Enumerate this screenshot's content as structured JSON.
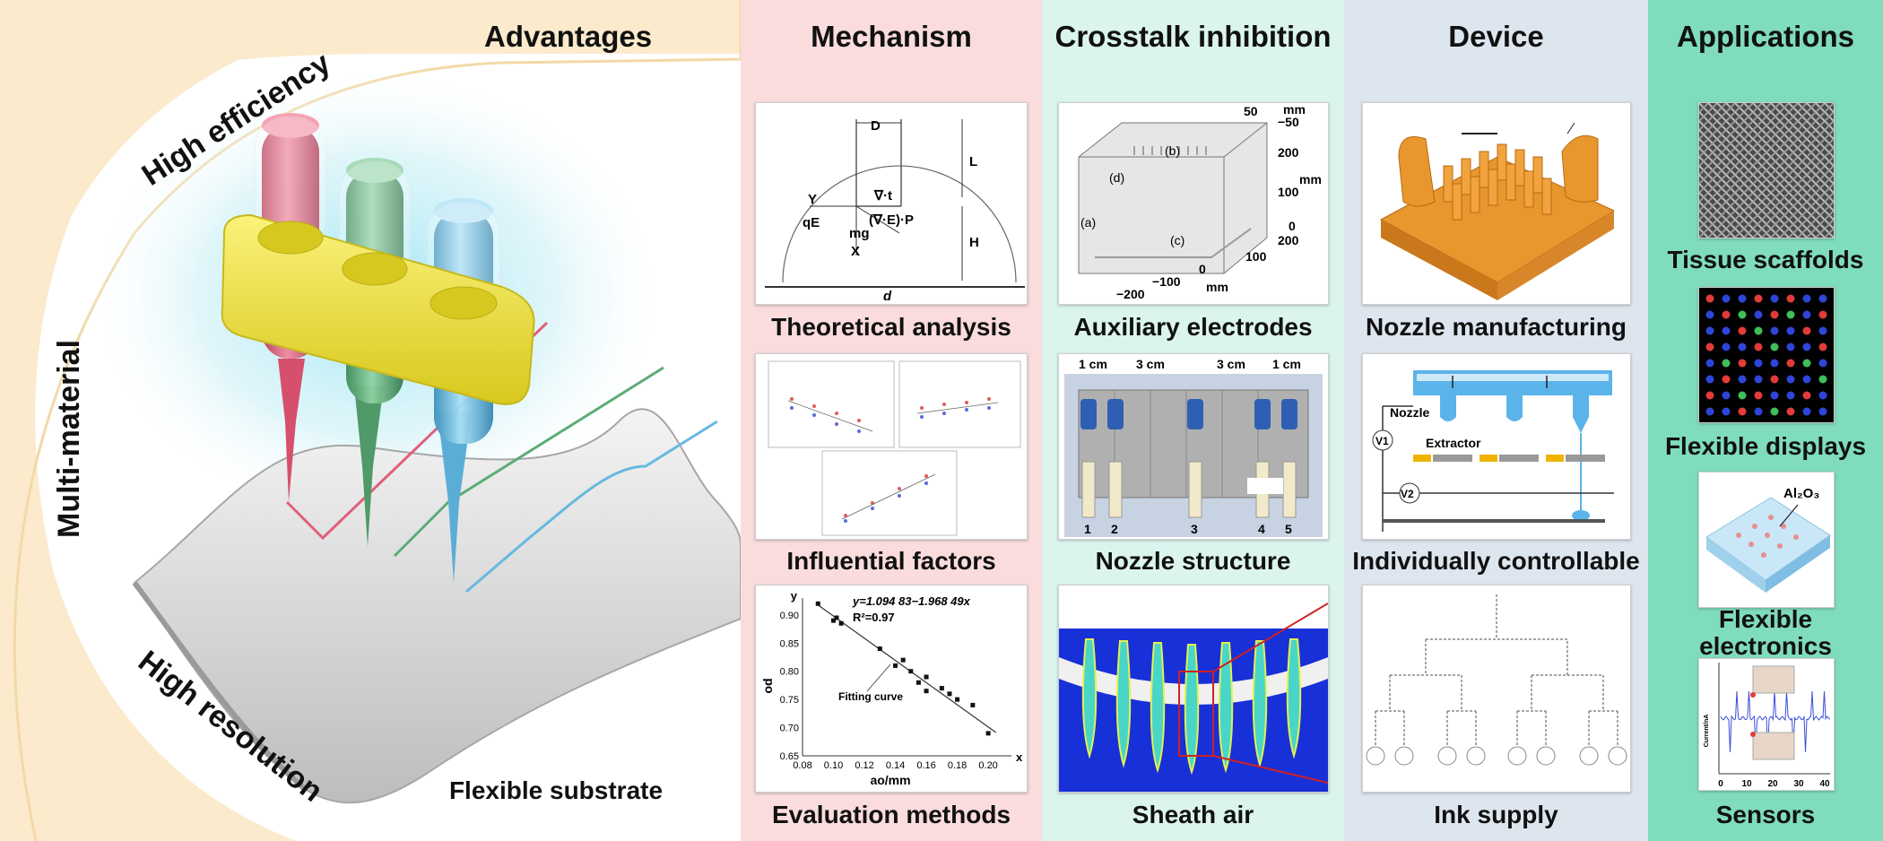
{
  "advantages": {
    "title": "Advantages",
    "labels": [
      "High efficiency",
      "Multi-material",
      "High resolution",
      "Flexible substrate"
    ]
  },
  "mechanism": {
    "title": "Mechanism",
    "captions": [
      "Theoretical analysis",
      "Influential factors",
      "Evaluation methods"
    ],
    "theory_labels": [
      "D",
      "L",
      "H",
      "Y",
      "qE",
      "mg",
      "X",
      "d",
      "(∇·E)·P",
      "∇·t"
    ],
    "eval": {
      "equation": "y=1.094 83−1.968 49x",
      "r2": "R²=0.97",
      "fit_label": "Fitting curve",
      "x_axis_label": "ao/mm",
      "y_axis_label": "od",
      "x_letter": "x",
      "y_letter": "y",
      "x_ticks": [
        "0.08",
        "0.10",
        "0.12",
        "0.14",
        "0.16",
        "0.18",
        "0.20"
      ],
      "y_ticks": [
        "0.90",
        "0.85",
        "0.80",
        "0.75",
        "0.70",
        "0.65"
      ]
    }
  },
  "crosstalk": {
    "title": "Crosstalk inhibition",
    "captions": [
      "Auxiliary electrodes",
      "Nozzle structure",
      "Sheath air"
    ],
    "box_labels": [
      "(a)",
      "(b)",
      "(c)",
      "(d)"
    ],
    "box_axis": [
      "50",
      "−50",
      "mm",
      "200",
      "100",
      "mm",
      "0",
      "200",
      "100",
      "0",
      "−100",
      "−200",
      "mm"
    ],
    "spacing": [
      "1 cm",
      "3 cm",
      "3 cm",
      "1 cm"
    ],
    "nozzle_numbers": [
      "1",
      "2",
      "3",
      "4",
      "5"
    ]
  },
  "device": {
    "title": "Device",
    "captions": [
      "Nozzle manufacturing",
      "Individually controllable",
      "Ink supply"
    ],
    "circuit_labels": [
      "Nozzle",
      "Extractor",
      "V1",
      "V2"
    ]
  },
  "applications": {
    "title": "Applications",
    "captions": [
      "Tissue scaffolds",
      "Flexible displays",
      "Flexible electronics",
      "Sensors"
    ],
    "al2o3": "Al₂O₃",
    "sensor_ticks": [
      "0",
      "10",
      "20",
      "30",
      "40"
    ],
    "sensor_ylabel": "Current/nA"
  },
  "colors": {
    "advantages_bg": "#fbeacb",
    "mechanism_bg": "#fadcdc",
    "crosstalk_bg": "#dbf4ee",
    "device_bg": "#dde6ef",
    "applications_bg": "#7fdcbc",
    "ink_red": "#e0607a",
    "ink_green": "#5cab77",
    "ink_blue": "#66b9e0",
    "holder_yellow": "#f2e634"
  }
}
